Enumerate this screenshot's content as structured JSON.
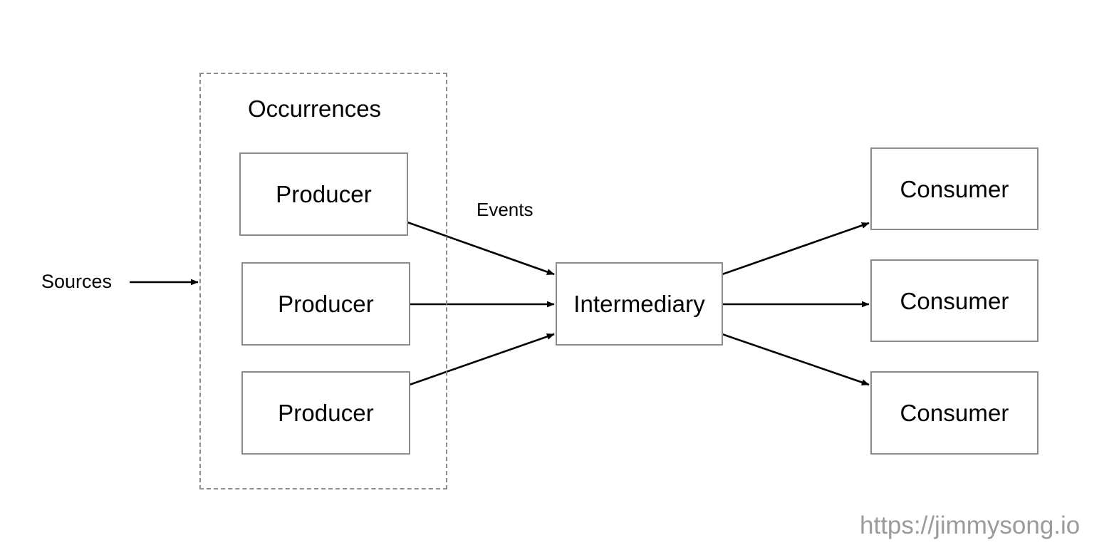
{
  "diagram": {
    "title_watermark": "https://jimmysong.io",
    "background_color": "#ffffff",
    "node_border_color": "#8c8c8c",
    "edge_color": "#000000",
    "watermark_color": "#9b9b9b",
    "group": {
      "label": "Occurrences",
      "border_style": "dashed"
    },
    "labels": {
      "sources": "Sources",
      "events": "Events"
    },
    "producers": [
      {
        "label": "Producer"
      },
      {
        "label": "Producer"
      },
      {
        "label": "Producer"
      }
    ],
    "intermediary": {
      "label": "Intermediary"
    },
    "consumers": [
      {
        "label": "Consumer"
      },
      {
        "label": "Consumer"
      },
      {
        "label": "Consumer"
      }
    ]
  }
}
